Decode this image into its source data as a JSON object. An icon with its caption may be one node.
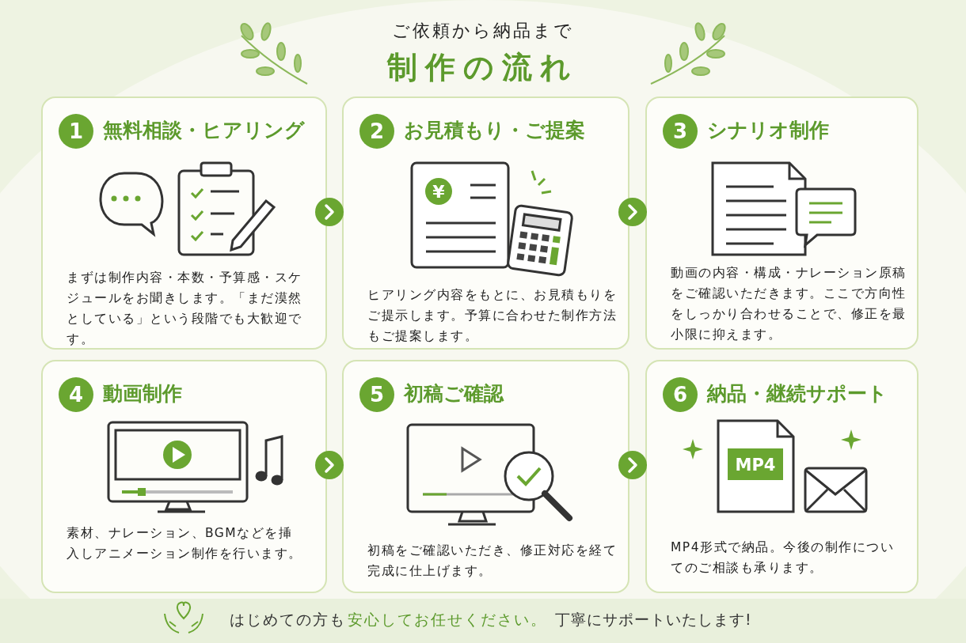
{
  "diagram": {
    "title": "制作の流れ",
    "nodes": [
      {
        "text": [
          "1",
          "無料相談・ヒアリング",
          "まずは制作内容・本数・予算感・スケジュールをお聞きします。「まだ漠然としている」という段階でも大歓迎です。"
        ]
      },
      {
        "text": [
          "2",
          "お見積もり・ご提案",
          "ヒアリング内容をもとに、お見積もりをご提示します。予算に合わせた制作方法もご提案します。"
        ]
      },
      {
        "text": [
          "3",
          "シナリオ制作",
          "動画の内容・構成・ナレーション原稿をご確認いただきます。ここで方向性をしっかり合わせることで、修正を最小限に抑えます。"
        ]
      },
      {
        "text": [
          "4",
          "動画制作",
          "素材、ナレーション、BGMなどを挿入しアニメーション制作を行います。"
        ]
      },
      {
        "text": [
          "5",
          "初稿ご確認",
          "初稿をご確認いただき、修正対応を経て完成に仕上げます。"
        ]
      },
      {
        "text": [
          "6",
          "納品・継続サポート",
          "MP4形式で納品。今後の制作についてのご相談も承ります。"
        ]
      }
    ],
    "edges": [
      {
        "from": 0,
        "to": 1,
        "arrow": "to"
      },
      {
        "from": 1,
        "to": 2,
        "arrow": "to"
      },
      {
        "from": 3,
        "to": 4,
        "arrow": "to"
      },
      {
        "from": 4,
        "to": 5,
        "arrow": "to"
      }
    ],
    "labels": [
      "ご依頼から納品まで",
      "¥",
      "MP4",
      "はじめての方も",
      "安心してお任せください。",
      "丁寧にサポートいたします!"
    ]
  }
}
